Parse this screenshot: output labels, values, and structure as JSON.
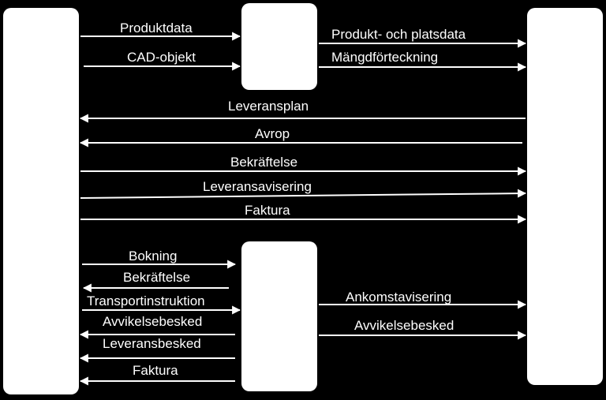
{
  "colors": {
    "background": "#000000",
    "foreground": "#ffffff"
  },
  "participants": [
    {
      "id": "left-actor",
      "label": ""
    },
    {
      "id": "top-middle-actor",
      "label": ""
    },
    {
      "id": "bottom-middle-actor",
      "label": ""
    },
    {
      "id": "right-actor",
      "label": ""
    }
  ],
  "messages": [
    {
      "label": "Produktdata",
      "from": "left-actor",
      "to": "top-middle-actor"
    },
    {
      "label": "CAD-objekt",
      "from": "left-actor",
      "to": "top-middle-actor"
    },
    {
      "label": "Produkt- och platsdata",
      "from": "top-middle-actor",
      "to": "right-actor"
    },
    {
      "label": "Mängdförteckning",
      "from": "top-middle-actor",
      "to": "right-actor"
    },
    {
      "label": "Leveransplan",
      "from": "right-actor",
      "to": "left-actor"
    },
    {
      "label": "Avrop",
      "from": "right-actor",
      "to": "left-actor"
    },
    {
      "label": "Bekräftelse",
      "from": "left-actor",
      "to": "right-actor"
    },
    {
      "label": "Leveransavisering",
      "from": "left-actor",
      "to": "right-actor"
    },
    {
      "label": "Faktura",
      "from": "left-actor",
      "to": "right-actor"
    },
    {
      "label": "Bokning",
      "from": "left-actor",
      "to": "bottom-middle-actor"
    },
    {
      "label": "Bekräftelse",
      "from": "bottom-middle-actor",
      "to": "left-actor"
    },
    {
      "label": "Transportinstruktion",
      "from": "left-actor",
      "to": "bottom-middle-actor"
    },
    {
      "label": "Avvikelsebesked",
      "from": "bottom-middle-actor",
      "to": "left-actor"
    },
    {
      "label": "Leveransbesked",
      "from": "bottom-middle-actor",
      "to": "left-actor"
    },
    {
      "label": "Faktura",
      "from": "bottom-middle-actor",
      "to": "left-actor"
    },
    {
      "label": "Ankomstavisering",
      "from": "bottom-middle-actor",
      "to": "right-actor"
    },
    {
      "label": "Avvikelsebesked",
      "from": "bottom-middle-actor",
      "to": "right-actor"
    }
  ]
}
